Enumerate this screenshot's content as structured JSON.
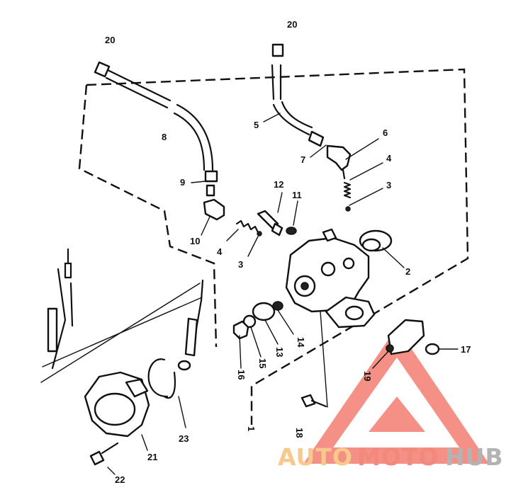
{
  "callouts": [
    {
      "id": "c20a",
      "text": "20"
    },
    {
      "id": "c20b",
      "text": "20"
    },
    {
      "id": "c8",
      "text": "8"
    },
    {
      "id": "c5",
      "text": "5"
    },
    {
      "id": "c6",
      "text": "6"
    },
    {
      "id": "c7",
      "text": "7"
    },
    {
      "id": "c4a",
      "text": "4"
    },
    {
      "id": "c3a",
      "text": "3"
    },
    {
      "id": "c9",
      "text": "9"
    },
    {
      "id": "c12",
      "text": "12"
    },
    {
      "id": "c11",
      "text": "11"
    },
    {
      "id": "c10",
      "text": "10"
    },
    {
      "id": "c4b",
      "text": "4"
    },
    {
      "id": "c3b",
      "text": "3"
    },
    {
      "id": "c2",
      "text": "2"
    },
    {
      "id": "c14",
      "text": "14"
    },
    {
      "id": "c13",
      "text": "13"
    },
    {
      "id": "c15",
      "text": "15"
    },
    {
      "id": "c16",
      "text": "16"
    },
    {
      "id": "c17",
      "text": "17"
    },
    {
      "id": "c19",
      "text": "19"
    },
    {
      "id": "c1",
      "text": "1"
    },
    {
      "id": "c18",
      "text": "18"
    },
    {
      "id": "c23",
      "text": "23"
    },
    {
      "id": "c21",
      "text": "21"
    },
    {
      "id": "c22",
      "text": "22"
    }
  ],
  "watermark": {
    "part1": "AUTO",
    "part2": "MOTO",
    "part3": "HUB",
    "colors": {
      "auto": "#f8c98a",
      "moto": "#f2897c",
      "hub": "#b3b3b3",
      "triangle": "#f26b5e"
    }
  }
}
